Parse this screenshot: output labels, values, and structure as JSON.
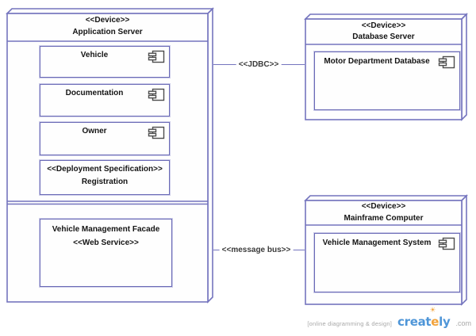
{
  "diagram": {
    "app_server": {
      "stereotype": "<<Device>>",
      "title": "Application Server",
      "components": [
        {
          "label": "Vehicle"
        },
        {
          "label": "Documentation"
        },
        {
          "label": "Owner"
        }
      ],
      "deployment_spec": {
        "stereotype": "<<Deployment Specification>>",
        "name": "Registration"
      },
      "facade": {
        "name": "Vehicle Management Facade",
        "stereotype": "<<Web Service>>"
      }
    },
    "database_server": {
      "stereotype": "<<Device>>",
      "title": "Database Server",
      "component": {
        "label": "Motor Department Database"
      }
    },
    "mainframe": {
      "stereotype": "<<Device>>",
      "title": "Mainframe Computer",
      "component": {
        "label": "Vehicle Management System"
      }
    },
    "connections": {
      "jdbc": {
        "label": "<<JDBC>>"
      },
      "message_bus": {
        "label": "<<message bus>>"
      }
    },
    "colors": {
      "node_border": "#7474be",
      "node_fill": "#fefefe",
      "inner_border": "#6a6ab6",
      "text": "#141414"
    }
  },
  "footer": {
    "tagline": "[online diagramming & design]",
    "brand": {
      "part1": "creat",
      "part2": "e",
      "part3": "ly",
      "suffix": ".com",
      "bulb_icon": "☀",
      "blue": "#4f96d8",
      "orange": "#f2a33c"
    }
  }
}
